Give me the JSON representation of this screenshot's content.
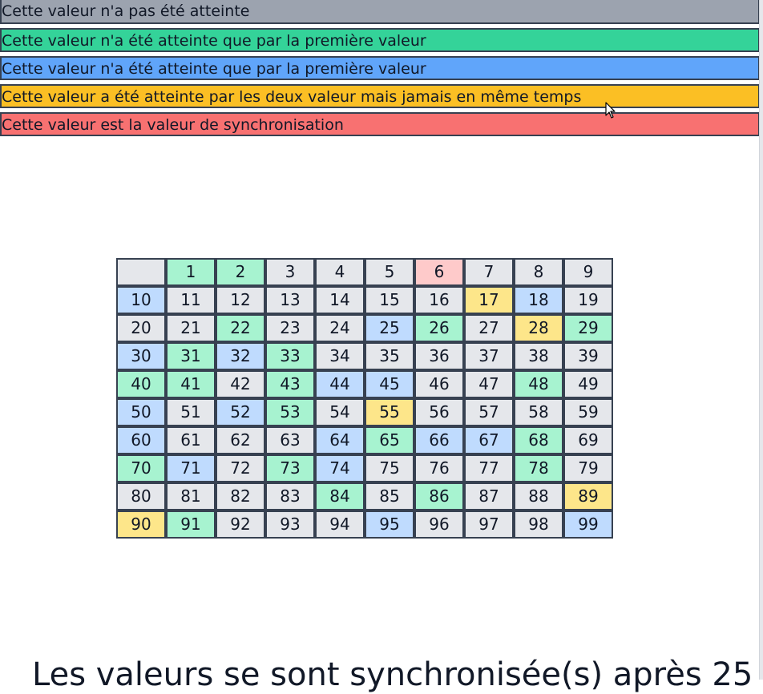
{
  "legend": {
    "items": [
      {
        "label": "Cette valeur n'a pas été atteinte",
        "color": "#9ca3af"
      },
      {
        "label": "Cette valeur n'a été atteinte que par la première valeur",
        "color": "#34d399"
      },
      {
        "label": "Cette valeur n'a été atteinte que par la première valeur",
        "color": "#60a5fa"
      },
      {
        "label": "Cette valeur a été atteinte par les deux valeur mais jamais en même temps",
        "color": "#fbbf24"
      },
      {
        "label": "Cette valeur est la valeur de synchronisation",
        "color": "#f87171"
      }
    ]
  },
  "grid": {
    "rows": [
      [
        {
          "v": "",
          "s": "gray"
        },
        {
          "v": "1",
          "s": "green"
        },
        {
          "v": "2",
          "s": "green"
        },
        {
          "v": "3",
          "s": "gray"
        },
        {
          "v": "4",
          "s": "gray"
        },
        {
          "v": "5",
          "s": "gray"
        },
        {
          "v": "6",
          "s": "red"
        },
        {
          "v": "7",
          "s": "gray"
        },
        {
          "v": "8",
          "s": "gray"
        },
        {
          "v": "9",
          "s": "gray"
        }
      ],
      [
        {
          "v": "10",
          "s": "blue"
        },
        {
          "v": "11",
          "s": "gray"
        },
        {
          "v": "12",
          "s": "gray"
        },
        {
          "v": "13",
          "s": "gray"
        },
        {
          "v": "14",
          "s": "gray"
        },
        {
          "v": "15",
          "s": "gray"
        },
        {
          "v": "16",
          "s": "gray"
        },
        {
          "v": "17",
          "s": "amber"
        },
        {
          "v": "18",
          "s": "blue"
        },
        {
          "v": "19",
          "s": "gray"
        }
      ],
      [
        {
          "v": "20",
          "s": "gray"
        },
        {
          "v": "21",
          "s": "gray"
        },
        {
          "v": "22",
          "s": "green"
        },
        {
          "v": "23",
          "s": "gray"
        },
        {
          "v": "24",
          "s": "gray"
        },
        {
          "v": "25",
          "s": "blue"
        },
        {
          "v": "26",
          "s": "green"
        },
        {
          "v": "27",
          "s": "gray"
        },
        {
          "v": "28",
          "s": "amber"
        },
        {
          "v": "29",
          "s": "green"
        }
      ],
      [
        {
          "v": "30",
          "s": "blue"
        },
        {
          "v": "31",
          "s": "green"
        },
        {
          "v": "32",
          "s": "blue"
        },
        {
          "v": "33",
          "s": "green"
        },
        {
          "v": "34",
          "s": "gray"
        },
        {
          "v": "35",
          "s": "gray"
        },
        {
          "v": "36",
          "s": "gray"
        },
        {
          "v": "37",
          "s": "gray"
        },
        {
          "v": "38",
          "s": "gray"
        },
        {
          "v": "39",
          "s": "gray"
        }
      ],
      [
        {
          "v": "40",
          "s": "green"
        },
        {
          "v": "41",
          "s": "green"
        },
        {
          "v": "42",
          "s": "gray"
        },
        {
          "v": "43",
          "s": "green"
        },
        {
          "v": "44",
          "s": "blue"
        },
        {
          "v": "45",
          "s": "blue"
        },
        {
          "v": "46",
          "s": "gray"
        },
        {
          "v": "47",
          "s": "gray"
        },
        {
          "v": "48",
          "s": "green"
        },
        {
          "v": "49",
          "s": "gray"
        }
      ],
      [
        {
          "v": "50",
          "s": "blue"
        },
        {
          "v": "51",
          "s": "gray"
        },
        {
          "v": "52",
          "s": "blue"
        },
        {
          "v": "53",
          "s": "green"
        },
        {
          "v": "54",
          "s": "gray"
        },
        {
          "v": "55",
          "s": "amber"
        },
        {
          "v": "56",
          "s": "gray"
        },
        {
          "v": "57",
          "s": "gray"
        },
        {
          "v": "58",
          "s": "gray"
        },
        {
          "v": "59",
          "s": "gray"
        }
      ],
      [
        {
          "v": "60",
          "s": "blue"
        },
        {
          "v": "61",
          "s": "gray"
        },
        {
          "v": "62",
          "s": "gray"
        },
        {
          "v": "63",
          "s": "gray"
        },
        {
          "v": "64",
          "s": "blue"
        },
        {
          "v": "65",
          "s": "green"
        },
        {
          "v": "66",
          "s": "blue"
        },
        {
          "v": "67",
          "s": "blue"
        },
        {
          "v": "68",
          "s": "green"
        },
        {
          "v": "69",
          "s": "gray"
        }
      ],
      [
        {
          "v": "70",
          "s": "green"
        },
        {
          "v": "71",
          "s": "blue"
        },
        {
          "v": "72",
          "s": "gray"
        },
        {
          "v": "73",
          "s": "green"
        },
        {
          "v": "74",
          "s": "blue"
        },
        {
          "v": "75",
          "s": "gray"
        },
        {
          "v": "76",
          "s": "gray"
        },
        {
          "v": "77",
          "s": "gray"
        },
        {
          "v": "78",
          "s": "green"
        },
        {
          "v": "79",
          "s": "gray"
        }
      ],
      [
        {
          "v": "80",
          "s": "gray"
        },
        {
          "v": "81",
          "s": "gray"
        },
        {
          "v": "82",
          "s": "gray"
        },
        {
          "v": "83",
          "s": "gray"
        },
        {
          "v": "84",
          "s": "green"
        },
        {
          "v": "85",
          "s": "gray"
        },
        {
          "v": "86",
          "s": "green"
        },
        {
          "v": "87",
          "s": "gray"
        },
        {
          "v": "88",
          "s": "gray"
        },
        {
          "v": "89",
          "s": "amber"
        }
      ],
      [
        {
          "v": "90",
          "s": "amber"
        },
        {
          "v": "91",
          "s": "green"
        },
        {
          "v": "92",
          "s": "gray"
        },
        {
          "v": "93",
          "s": "gray"
        },
        {
          "v": "94",
          "s": "gray"
        },
        {
          "v": "95",
          "s": "blue"
        },
        {
          "v": "96",
          "s": "gray"
        },
        {
          "v": "97",
          "s": "gray"
        },
        {
          "v": "98",
          "s": "gray"
        },
        {
          "v": "99",
          "s": "blue"
        }
      ]
    ]
  },
  "result": {
    "text": "Les valeurs se sont synchronisée(s) après 25"
  },
  "icons": {
    "cursor": "mouse-pointer-icon"
  }
}
